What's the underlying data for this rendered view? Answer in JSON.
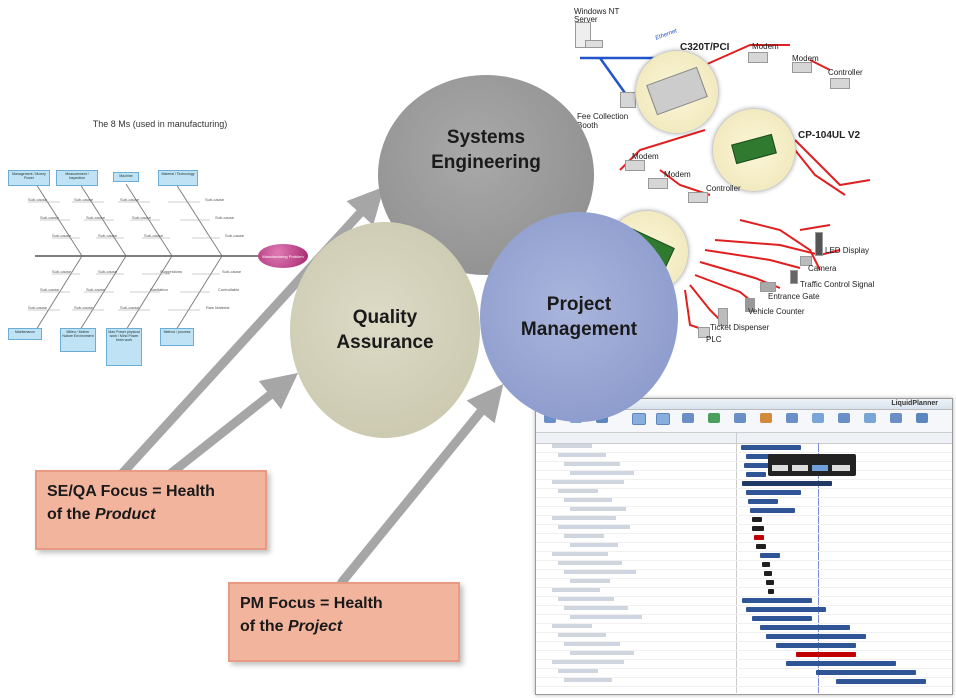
{
  "fishbone": {
    "title": "The 8 Ms (used in manufacturing)",
    "problem": "Manufacturing Problem",
    "top_categories": [
      "Management / Money Power",
      "Measurement / Inspection",
      "Machine",
      "Material / Technology"
    ],
    "bottom_categories": [
      "Maintenance",
      "Milieu / Mother Nature Environment",
      "Man Power physical work / Mind Power brain work",
      "Method / process"
    ],
    "cause_label": "Sub-cause",
    "extra_causes": [
      "Suggestions",
      "Controllable",
      "Sanitation",
      "Raw Material"
    ]
  },
  "circles": {
    "se": [
      "Systems",
      "Engineering"
    ],
    "qa": [
      "Quality",
      "Assurance"
    ],
    "pm": [
      "Project",
      "Management"
    ]
  },
  "focus": {
    "se_qa": {
      "line1": "SE/QA  Focus = Health",
      "line2_prefix": "of the ",
      "line2_italic": "Product"
    },
    "pm": {
      "line1": "PM Focus = Health",
      "line2_prefix": "of the ",
      "line2_italic": "Project"
    }
  },
  "network": {
    "server": [
      "Windows NT",
      "Server"
    ],
    "ethernet": "Ethernet",
    "card1": "C320T/PCI",
    "card2": "CP-104UL V2",
    "modem": "Modem",
    "controller": "Controller",
    "booth": [
      "Fee Collection",
      "Booth"
    ],
    "devices": [
      "LED Display",
      "Camera",
      "Traffic Control Signal",
      "Entrance Gate",
      "Vehicle Counter",
      "Ticket Dispenser"
    ],
    "plc": "PLC"
  },
  "gantt": {
    "brand": "LiquidPlanner"
  },
  "colors": {
    "arrow": "#a6a6a6",
    "serial_line": "#e02020",
    "ethernet_line": "#2255cc"
  }
}
